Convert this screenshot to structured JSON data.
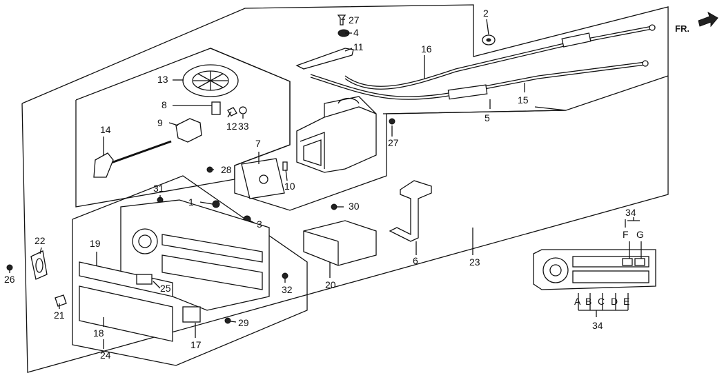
{
  "diagram": {
    "direction_marker": "FR.",
    "part_labels": [
      "27",
      "2",
      "4",
      "11",
      "16",
      "13",
      "15",
      "8",
      "12",
      "33",
      "9",
      "5",
      "27",
      "14",
      "7",
      "28",
      "10",
      "31",
      "1",
      "30",
      "3",
      "34",
      "F",
      "G",
      "22",
      "19",
      "25",
      "6",
      "20",
      "23",
      "32",
      "26",
      "21",
      "18",
      "17",
      "29",
      "24",
      "A",
      "B",
      "C",
      "D",
      "E",
      "34"
    ]
  }
}
